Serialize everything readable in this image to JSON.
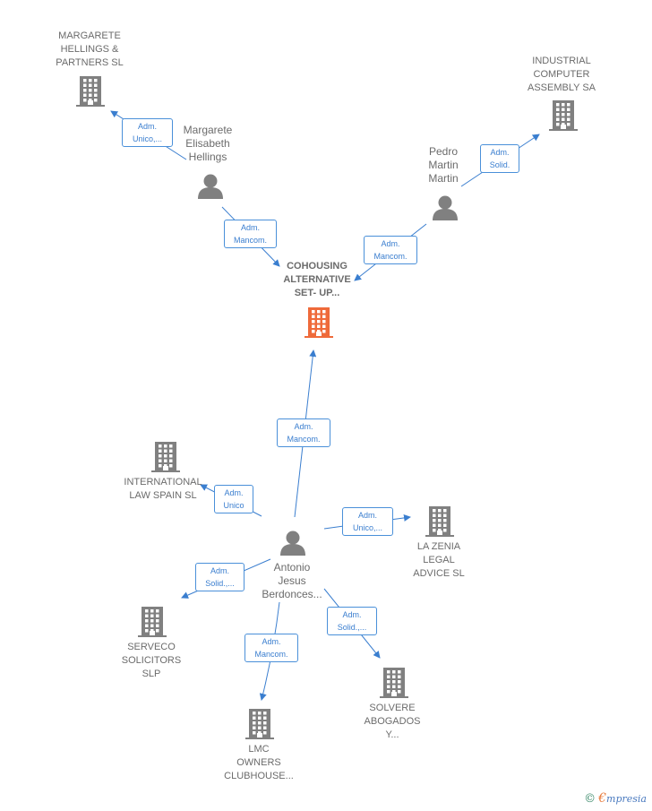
{
  "colors": {
    "edge": "#3a7ecf",
    "building": "#808080",
    "main_building": "#ef6a3a",
    "person": "#808080"
  },
  "nodes": {
    "margarete_sl": {
      "label": "MARGARETE\nHELLINGS &\nPARTNERS  SL",
      "icon": "building-icon"
    },
    "industrial": {
      "label": "INDUSTRIAL\nCOMPUTER\nASSEMBLY SA",
      "icon": "building-icon"
    },
    "cohousing": {
      "label": "COHOUSING\nALTERNATIVE\nSET- UP...",
      "icon": "building-icon"
    },
    "margarete_p": {
      "label": "Margarete\nElisabeth\nHellings",
      "icon": "person-icon"
    },
    "pedro": {
      "label": "Pedro\nMartin\nMartin",
      "icon": "person-icon"
    },
    "antonio": {
      "label": "Antonio\nJesus\nBerdonces...",
      "icon": "person-icon"
    },
    "international": {
      "label": "INTERNATIONAL\nLAW SPAIN SL",
      "icon": "building-icon"
    },
    "lazenia": {
      "label": "LA ZENIA\nLEGAL\nADVICE  SL",
      "icon": "building-icon"
    },
    "serveco": {
      "label": "SERVECO\nSOLICITORS\nSLP",
      "icon": "building-icon"
    },
    "solvere": {
      "label": "SOLVERE\nABOGADOS\nY...",
      "icon": "building-icon"
    },
    "lmc": {
      "label": "LMC\nOWNERS\nCLUBHOUSE...",
      "icon": "building-icon"
    }
  },
  "edges": [
    {
      "label": "Adm.\nUnico,..."
    },
    {
      "label": "Adm.\nMancom."
    },
    {
      "label": "Adm.\nSolid."
    },
    {
      "label": "Adm.\nMancom."
    },
    {
      "label": "Adm.\nMancom."
    },
    {
      "label": "Adm.\nUnico"
    },
    {
      "label": "Adm.\nUnico,..."
    },
    {
      "label": "Adm.\nSolid.,..."
    },
    {
      "label": "Adm.\nSolid.,..."
    },
    {
      "label": "Adm.\nMancom."
    }
  ],
  "brand": {
    "copyright": "©",
    "name_initial": "€",
    "name_rest": "mpresia"
  }
}
